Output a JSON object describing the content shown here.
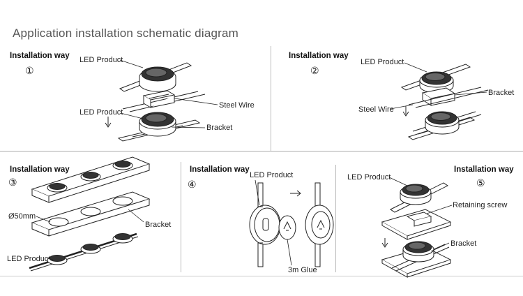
{
  "title": "Application installation schematic diagram",
  "panels": [
    {
      "heading": "Installation way",
      "number": "①",
      "labels": {
        "led_product_top": "LED Product",
        "steel_wire": "Steel Wire",
        "led_product_bottom": "LED Product",
        "bracket": "Bracket"
      }
    },
    {
      "heading": "Installation way",
      "number": "②",
      "labels": {
        "led_product": "LED Product",
        "bracket": "Bracket",
        "steel_wire": "Steel Wire"
      }
    },
    {
      "heading": "Installation way",
      "number": "③",
      "labels": {
        "diameter": "Ø50mm",
        "bracket": "Bracket",
        "led_product": "LED Product"
      }
    },
    {
      "heading": "Installation way",
      "number": "④",
      "labels": {
        "led_product": "LED Product",
        "glue": "3m Glue"
      }
    },
    {
      "heading": "Installation way",
      "number": "⑤",
      "labels": {
        "led_product": "LED Product",
        "retaining_screw": "Retaining screw",
        "bracket": "Bracket"
      }
    }
  ]
}
